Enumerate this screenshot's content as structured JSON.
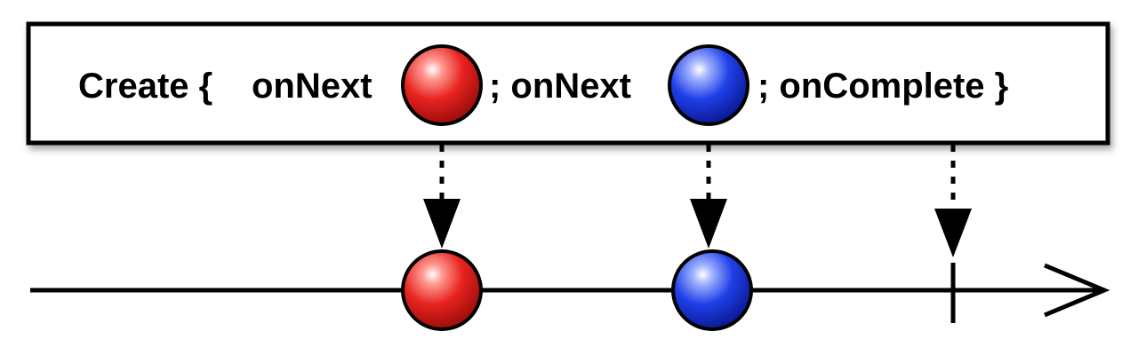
{
  "operator": {
    "create": "Create {",
    "on_next_1": "onNext",
    "separator_1": "; onNext",
    "tail": "; onComplete }"
  },
  "items": [
    {
      "color": "red",
      "fill": "#e8231f",
      "highlight": "#ffb3ad",
      "shade": "#8f0d0b"
    },
    {
      "color": "blue",
      "fill": "#1f3fe8",
      "highlight": "#b0c0ff",
      "shade": "#0a1a8c"
    }
  ],
  "events": [
    "onNext",
    "onNext",
    "onComplete"
  ],
  "style": {
    "line_color": "#000000",
    "box_fill": "#ffffff"
  }
}
